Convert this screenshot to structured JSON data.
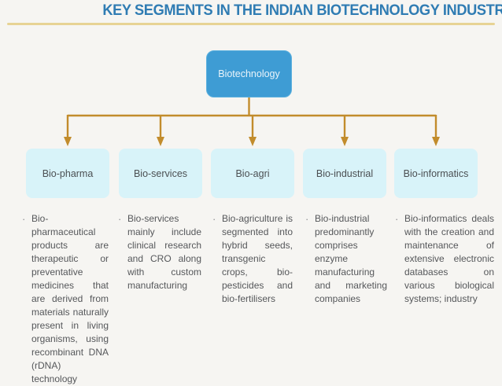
{
  "title": "KEY SEGMENTS IN THE INDIAN BIOTECHNOLOGY INDUSTRY",
  "root": {
    "label": "Biotechnology"
  },
  "segments": [
    {
      "label": "Bio-pharma",
      "bullet": "·",
      "description": "Bio-pharmaceutical products are therapeutic or preventative medicines that are derived from materials naturally present in living organisms, using recombinant DNA (rDNA) technology"
    },
    {
      "label": "Bio-services",
      "bullet": "·",
      "description": "Bio-services mainly include clinical research and CRO along with custom manufacturing"
    },
    {
      "label": "Bio-agri",
      "bullet": "·",
      "description": "Bio-agriculture is segmented into hybrid seeds, transgenic crops, bio-pesticides and bio-fertilisers"
    },
    {
      "label": "Bio-industrial",
      "bullet": "·",
      "description": "Bio-industrial predominantly comprises enzyme manufacturing and marketing companies"
    },
    {
      "label": "Bio-informatics",
      "bullet": "·",
      "description": "Bio-informatics deals with the creation and maintenance of extensive electronic databases on various biological systems; industry"
    }
  ],
  "colors": {
    "background": "#f6f5f2",
    "title": "#2f7cb3",
    "rule": "#e7d394",
    "node": "#3e9cd4",
    "segment": "#d8f3f9",
    "connector": "#c28c2c",
    "text": "#55575a"
  }
}
